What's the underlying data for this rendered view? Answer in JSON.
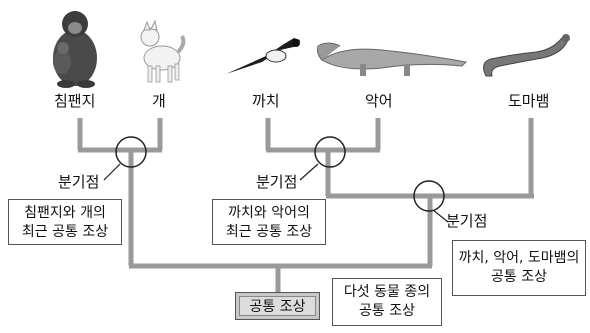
{
  "species": [
    {
      "id": "chimpanzee",
      "label": "침팬지",
      "icon": "chimpanzee-icon"
    },
    {
      "id": "dog",
      "label": "개",
      "icon": "dog-icon"
    },
    {
      "id": "magpie",
      "label": "까치",
      "icon": "magpie-icon"
    },
    {
      "id": "crocodile",
      "label": "악어",
      "icon": "crocodile-icon"
    },
    {
      "id": "lizard",
      "label": "도마뱀",
      "icon": "lizard-icon"
    }
  ],
  "branch_label": "분기점",
  "callouts": {
    "chimp_dog": [
      "침팬지와 개의",
      "최근 공통 조상"
    ],
    "magpie_croc": [
      "까치와 악어의",
      "최근 공통 조상"
    ],
    "three": [
      "까치, 악어, 도마뱀의",
      "공통 조상"
    ],
    "root": [
      "다섯 동물 종의",
      "공통 조상"
    ]
  },
  "root_label": "공통 조상",
  "colors": {
    "branch": "#9a9a9a",
    "line": "#222222",
    "root_fill": "#d4d4d4"
  }
}
